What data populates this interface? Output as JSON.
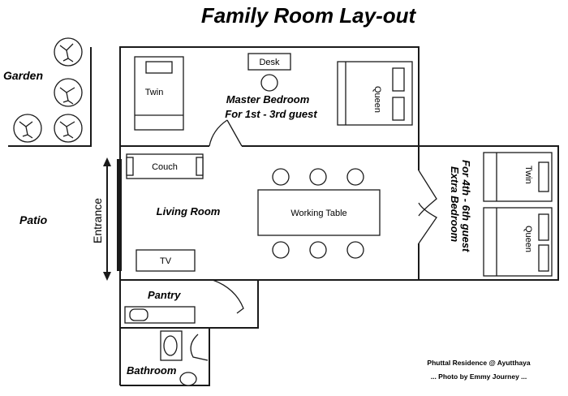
{
  "title": "Family Room Lay-out",
  "labels": {
    "garden": "Garden",
    "patio": "Patio",
    "entrance": "Entrance",
    "living_room": "Living Room",
    "master_bedroom_line1": "Master Bedroom",
    "master_bedroom_line2": "For 1st - 3rd guest",
    "extra_bedroom_line1": "Extra Bedroom",
    "extra_bedroom_line2": "For 4th - 6th guest",
    "pantry": "Pantry",
    "bathroom": "Bathroom"
  },
  "furniture": {
    "twin_master": "Twin",
    "desk": "Desk",
    "queen_master": "Queen",
    "couch": "Couch",
    "working_table": "Working Table",
    "tv": "TV",
    "twin_extra": "Twin",
    "queen_extra": "Queen"
  },
  "credit": {
    "line1": "Phuttal Residence @ Ayutthaya",
    "line2": "... Photo by Emmy Journey ..."
  }
}
